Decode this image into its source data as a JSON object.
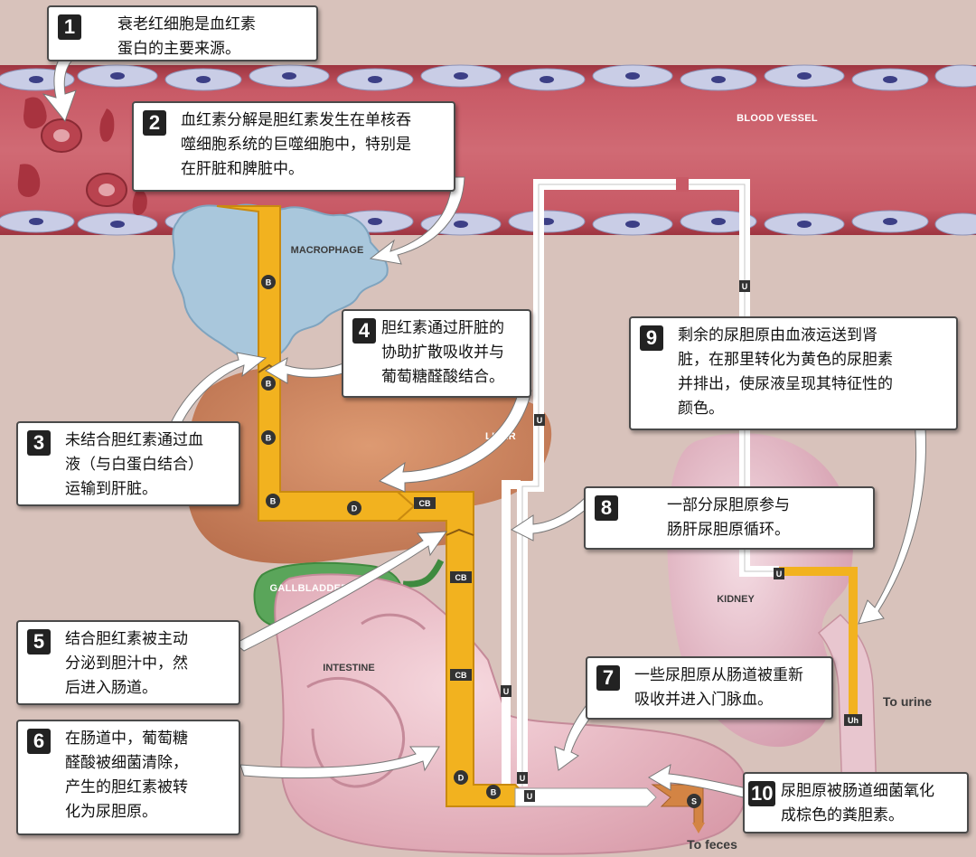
{
  "labels": {
    "blood_vessel": "BLOOD VESSEL",
    "macrophage": "MACROPHAGE",
    "liver": "LIVER",
    "gallbladder": "GALLBLADDER",
    "kidney": "KIDNEY",
    "intestine": "INTESTINE",
    "to_urine": "To urine",
    "to_feces": "To feces"
  },
  "tokens": {
    "B": "B",
    "D": "D",
    "CB": "CB",
    "U": "U",
    "Uh": "Uh",
    "S": "S"
  },
  "callouts": [
    {
      "num": "1",
      "text": "衰老红细胞是血红素\n蛋白的主要来源。"
    },
    {
      "num": "2",
      "text": "血红素分解是胆红素发生在单核吞\n噬细胞系统的巨噬细胞中，特别是\n在肝脏和脾脏中。"
    },
    {
      "num": "3",
      "text": "未结合胆红素通过血\n液（与白蛋白结合）\n运输到肝脏。"
    },
    {
      "num": "4",
      "text": "胆红素通过肝脏的\n协助扩散吸收并与\n葡萄糖醛酸结合。"
    },
    {
      "num": "5",
      "text": "结合胆红素被主动\n分泌到胆汁中，然\n后进入肠道。"
    },
    {
      "num": "6",
      "text": "在肠道中，葡萄糖\n醛酸被细菌清除，\n产生的胆红素被转\n化为尿胆原。"
    },
    {
      "num": "7",
      "text": "一些尿胆原从肠道被重新\n吸收并进入门脉血。"
    },
    {
      "num": "8",
      "text": "一部分尿胆原参与\n肠肝尿胆原循环。"
    },
    {
      "num": "9",
      "text": "剩余的尿胆原由血液运送到肾\n脏，在那里转化为黄色的尿胆素\n并排出，使尿液呈现其特征性的\n颜色。"
    },
    {
      "num": "10",
      "text": "尿胆原被肠道细菌氧化\n成棕色的粪胆素。"
    }
  ],
  "colors": {
    "vessel": "#b84a55",
    "pathway": "#f2b21f",
    "liver": "#cf8a63",
    "gallbladder": "#5aa55a",
    "kidney": "#e2b2bf",
    "intestine": "#e9b9c3",
    "macrophage": "#a9c7dc"
  }
}
